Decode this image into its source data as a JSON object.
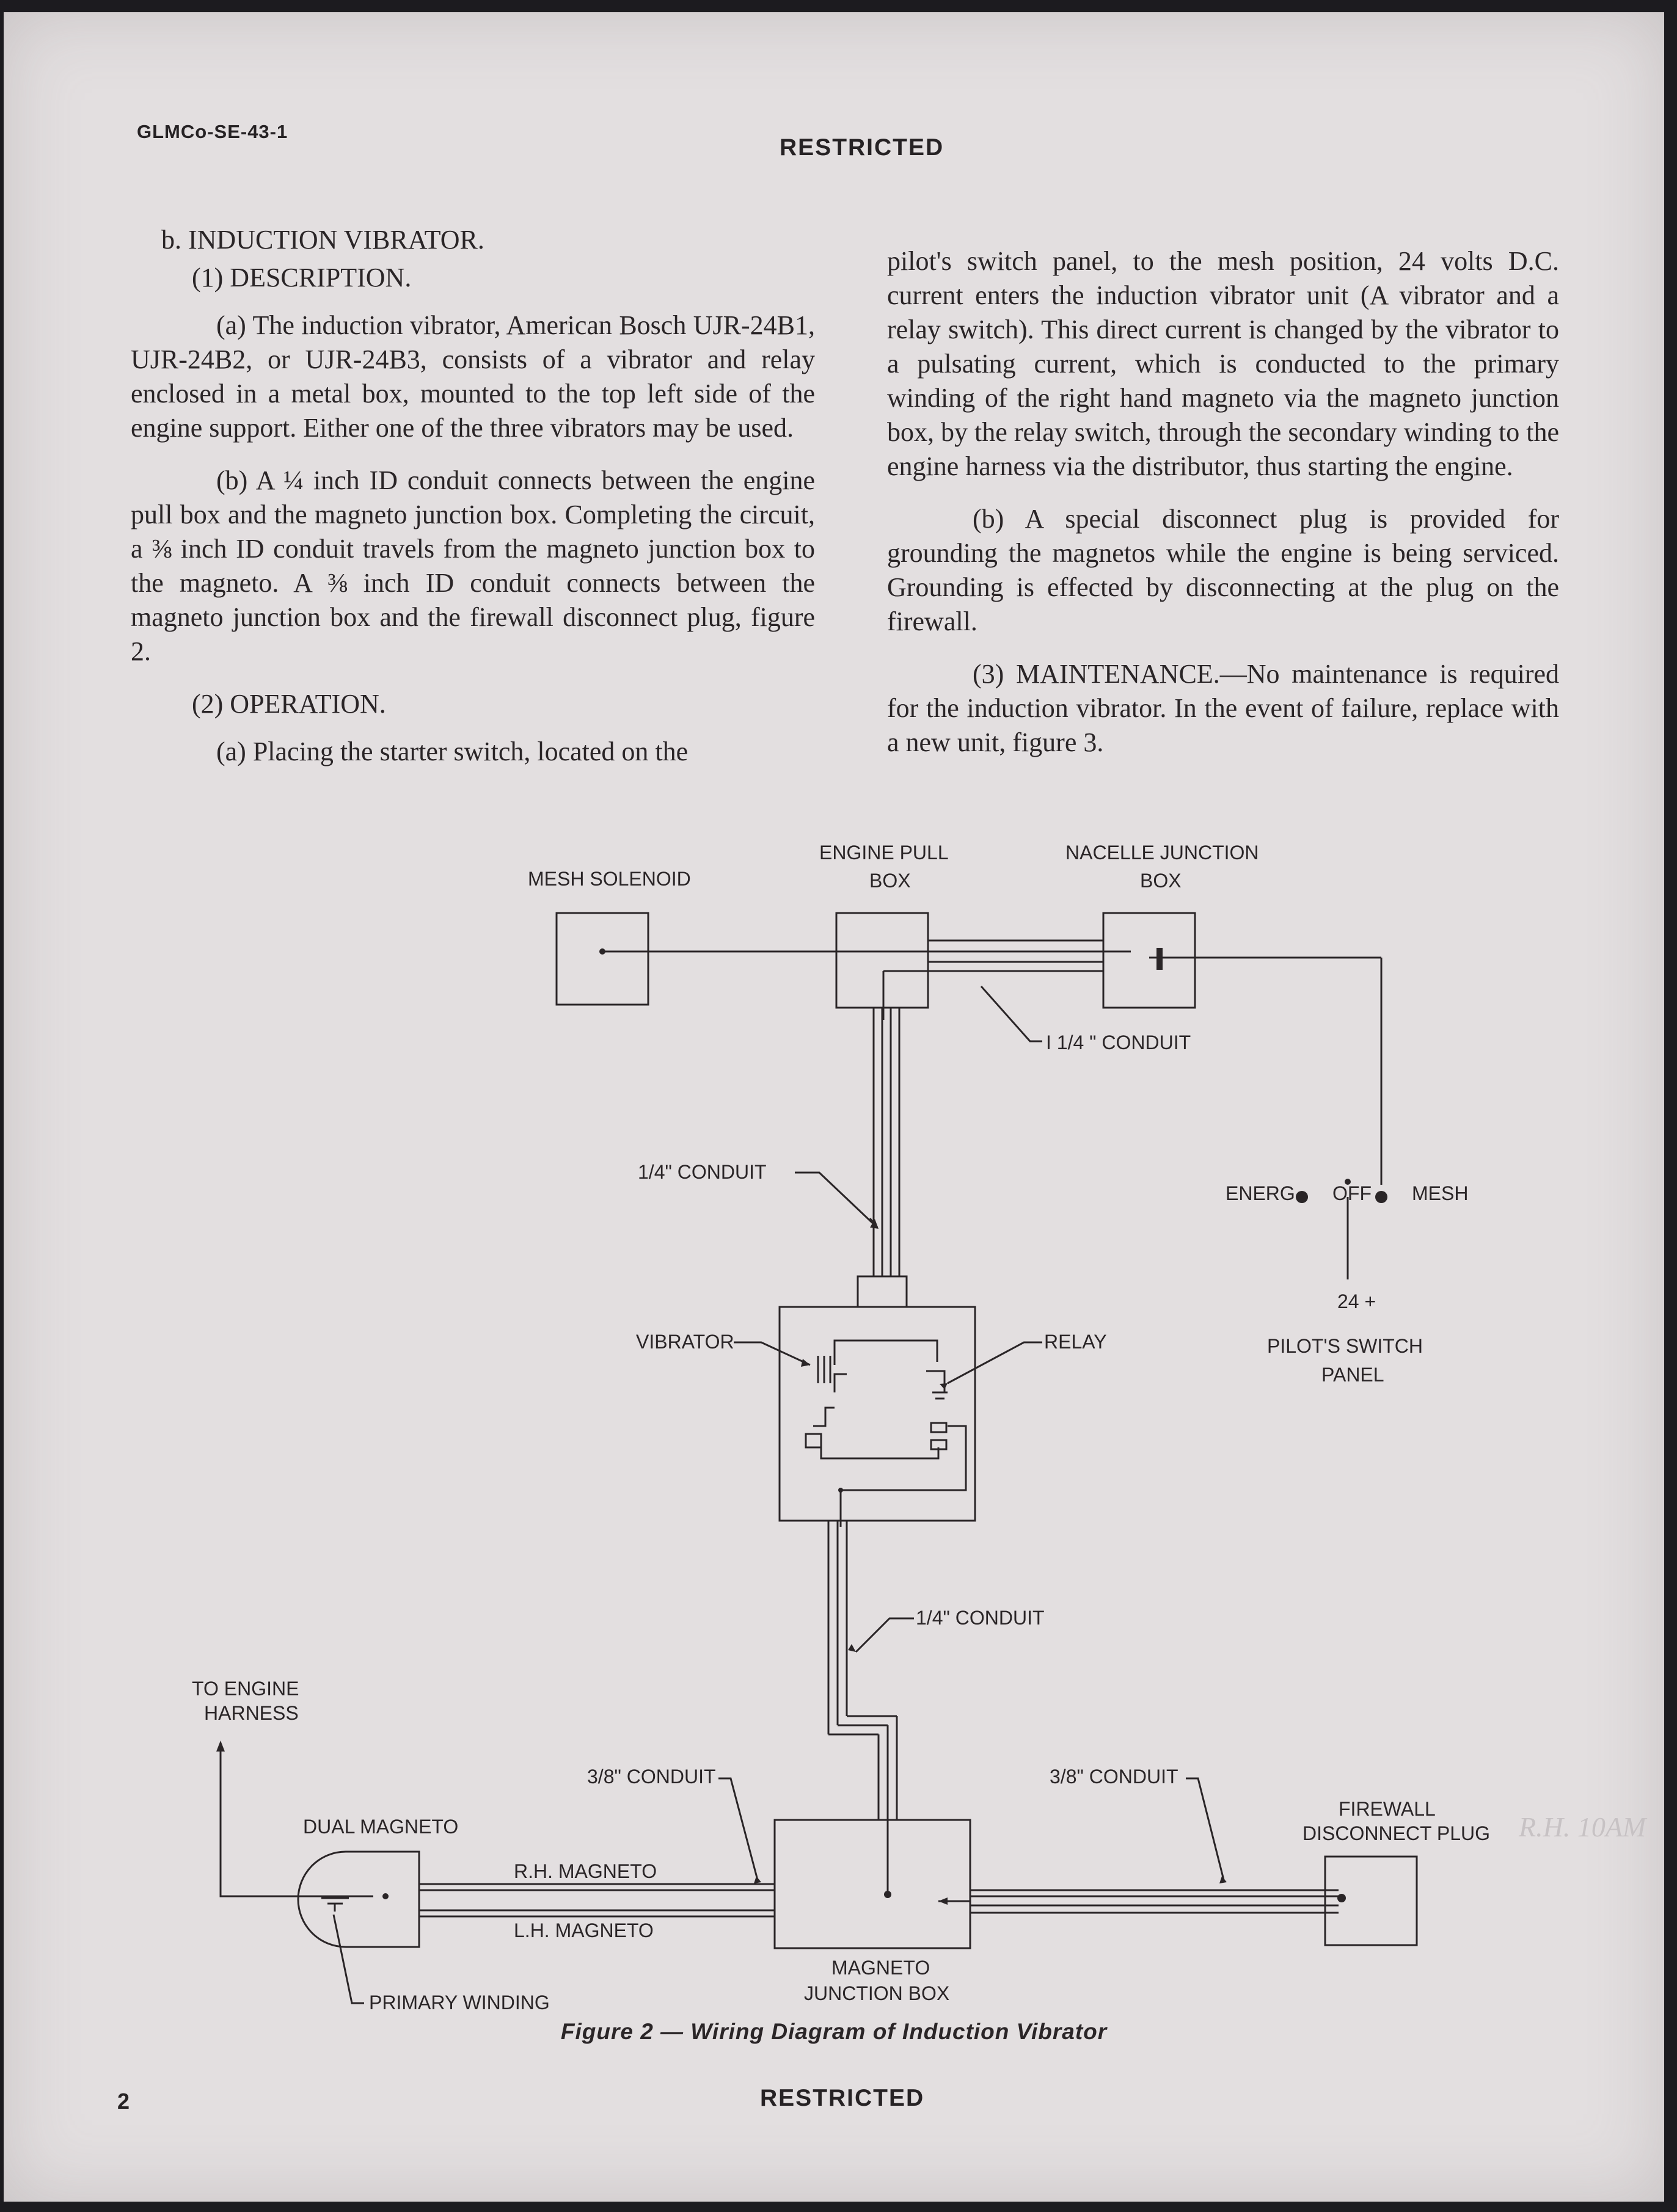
{
  "header": {
    "doc_id": "GLMCo-SE-43-1",
    "classification": "RESTRICTED"
  },
  "footer": {
    "page_number": "2",
    "classification": "RESTRICTED"
  },
  "column1": {
    "section_title": "b. INDUCTION VIBRATOR.",
    "sub1_title": "(1) DESCRIPTION.",
    "para_a": "(a) The induction vibrator, American Bosch UJR-24B1, UJR-24B2, or UJR-24B3, consists of a vibrator and relay enclosed in a metal box, mounted to the top left side of the engine support. Either one of the three vibrators may be used.",
    "para_b": "(b) A ¼ inch ID conduit connects between the engine pull box and the magneto junction box. Completing the circuit, a ⅜ inch ID conduit travels from the magneto junction box to the magneto. A ⅜ inch ID conduit connects between the magneto junction box and the firewall disconnect plug, figure 2.",
    "sub2_title": "(2) OPERATION.",
    "op_a_start": "(a) Placing the starter switch, located on the"
  },
  "column2": {
    "op_a_cont": "pilot's switch panel, to the mesh position, 24 volts D.C. current enters the induction vibrator unit (A vibrator and a relay switch). This direct current is changed by the vibrator to a pulsating current, which is conducted to the primary winding of the right hand magneto via the magneto junction box, by the relay switch, through the secondary winding to the engine harness via the distributor, thus starting the engine.",
    "op_b": "(b) A special disconnect plug is provided for grounding the magnetos while the engine is being serviced. Grounding is effected by disconnecting at the plug on the firewall.",
    "maint": "(3) MAINTENANCE.—No maintenance is required for the induction vibrator. In the event of failure, replace with a new unit, figure 3."
  },
  "diagram": {
    "mesh_solenoid": "MESH SOLENOID",
    "engine_pull_1": "ENGINE PULL",
    "engine_pull_2": "BOX",
    "nacelle_1": "NACELLE JUNCTION",
    "nacelle_2": "BOX",
    "conduit_114": "I 1/4 \" CONDUIT",
    "conduit_14_upper": "1/4\" CONDUIT",
    "switch_energ": "ENERG",
    "switch_off": "OFF",
    "switch_mesh": "MESH",
    "switch_24": "24 +",
    "pilot_panel_1": "PILOT'S SWITCH",
    "pilot_panel_2": "PANEL",
    "vibrator": "VIBRATOR",
    "relay": "RELAY",
    "conduit_14_lower": "1/4\" CONDUIT",
    "to_engine_1": "TO ENGINE",
    "to_engine_2": "HARNESS",
    "conduit_38_left": "3/8\" CONDUIT",
    "conduit_38_right": "3/8\" CONDUIT",
    "dual_magneto": "DUAL MAGNETO",
    "firewall_1": "FIREWALL",
    "firewall_2": "DISCONNECT PLUG",
    "rh_magneto": "R.H. MAGNETO",
    "lh_magneto": "L.H. MAGNETO",
    "primary_winding": "PRIMARY WINDING",
    "mag_junction_1": "MAGNETO",
    "mag_junction_2": "JUNCTION BOX"
  },
  "caption": "Figure 2 — Wiring Diagram of Induction Vibrator",
  "pencil_note": "R.H. 10AM"
}
